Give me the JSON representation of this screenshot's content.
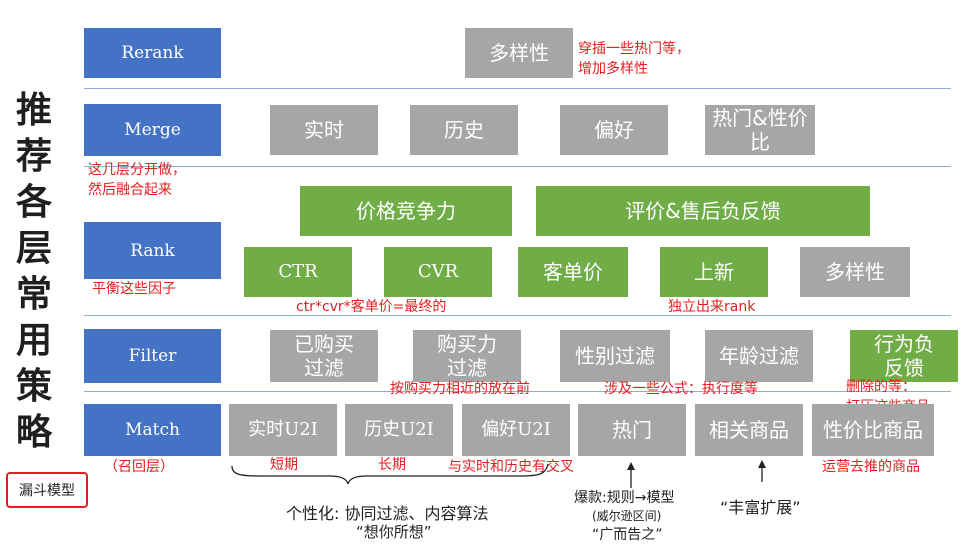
{
  "title": "推荐各层常用策略",
  "funnel_label": "漏斗模型",
  "layers": {
    "rerank": "Rerank",
    "merge": "Merge",
    "rank": "Rank",
    "filter": "Filter",
    "match": "Match"
  },
  "rerank": {
    "box": "多样性",
    "note_line1": "穿插一些热门等，",
    "note_line2": "增加多样性"
  },
  "merge": {
    "boxes": [
      "实时",
      "历史",
      "偏好",
      "热门&性价比"
    ],
    "note_line1": "这几层分开做，",
    "note_line2": "然后融合起来"
  },
  "rank": {
    "top_boxes": [
      "价格竞争力",
      "评价&售后负反馈"
    ],
    "boxes": [
      "CTR",
      "CVR",
      "客单价",
      "上新",
      "多样性"
    ],
    "note_left": "平衡这些因子",
    "note_formula": "ctr*cvr*客单价=最终的",
    "note_independent": "独立出来rank"
  },
  "filter": {
    "boxes": [
      "已购买过滤",
      "购买力过滤",
      "性别过滤",
      "年龄过滤",
      "行为负反馈"
    ],
    "note_purchase": "按购买力相近的放在前",
    "note_formula": "涉及一些公式：执行度等",
    "note_delete_line1": "删除的等：",
    "note_delete_line2": "打压这些商品"
  },
  "match": {
    "boxes": [
      "实时U2I",
      "历史U2I",
      "偏好U2I",
      "热门",
      "相关商品",
      "性价比商品"
    ],
    "sublabel": "（召回层）",
    "note_short": "短期",
    "note_long": "长期",
    "note_overlap": "与实时和历史有交叉",
    "note_ops": "运营去推的商品"
  },
  "bottom": {
    "personal_line1": "个性化: 协同过滤、内容算法",
    "personal_line2": "“想你所想”",
    "hot_line1": "爆款:规则→模型",
    "hot_line2": "(威尔逊区间)",
    "hot_line3": "“广而告之”",
    "related": "“丰富扩展”"
  },
  "colors": {
    "layer_blue": "#4472c4",
    "box_gray": "#a6a6a6",
    "box_green": "#70ad47",
    "note_red": "#e02020",
    "rule_blue": "#8faadc"
  }
}
